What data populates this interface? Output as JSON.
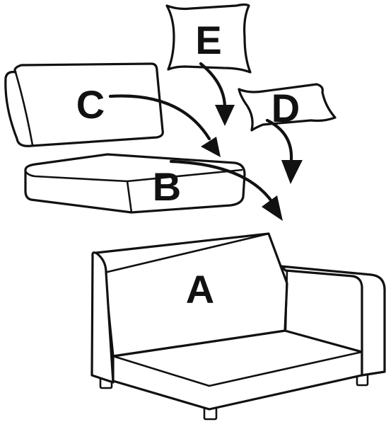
{
  "diagram": {
    "labels": {
      "a": "A",
      "b": "B",
      "c": "C",
      "d": "D",
      "e": "E"
    },
    "colors": {
      "stroke": "#111111",
      "fill": "#ffffff"
    }
  }
}
